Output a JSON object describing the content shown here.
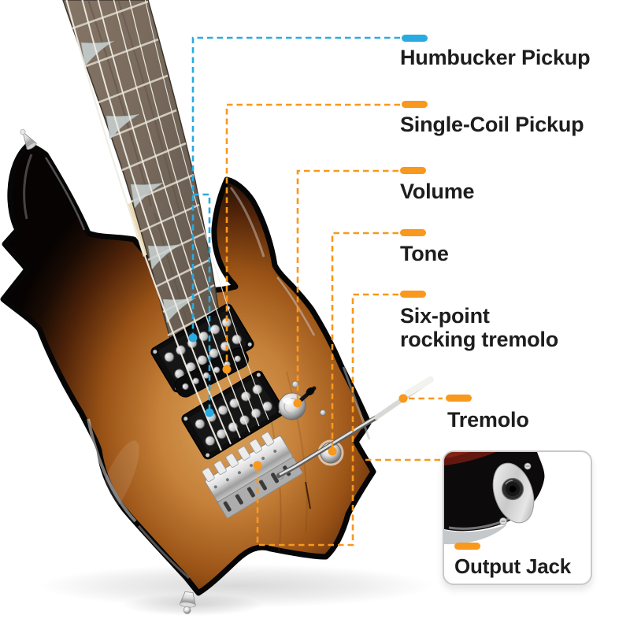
{
  "colors": {
    "accent_blue": "#29ABE2",
    "accent_orange": "#F8981D",
    "label_text": "#1D1D1D",
    "inset_border": "#C9C9C9",
    "background": "#FFFFFF"
  },
  "callouts": [
    {
      "key": "humbucker-pickup",
      "label": "Humbucker Pickup",
      "marker": "blue"
    },
    {
      "key": "single-coil-pickup",
      "label": "Single-Coil Pickup",
      "marker": "orange"
    },
    {
      "key": "volume",
      "label": "Volume",
      "marker": "orange"
    },
    {
      "key": "tone",
      "label": "Tone",
      "marker": "orange"
    },
    {
      "key": "six-point-rocking-tremolo",
      "label_lines": [
        "Six-point",
        "rocking tremolo"
      ],
      "marker": "orange"
    },
    {
      "key": "tremolo",
      "label": "Tremolo",
      "marker": "orange"
    },
    {
      "key": "output-jack",
      "label": "Output Jack",
      "marker": "orange"
    }
  ],
  "illustration": {
    "subject": "Flame-shaped electric guitar with sunburst finish",
    "inset_subject": "Close-up of output jack plate on guitar body edge"
  }
}
